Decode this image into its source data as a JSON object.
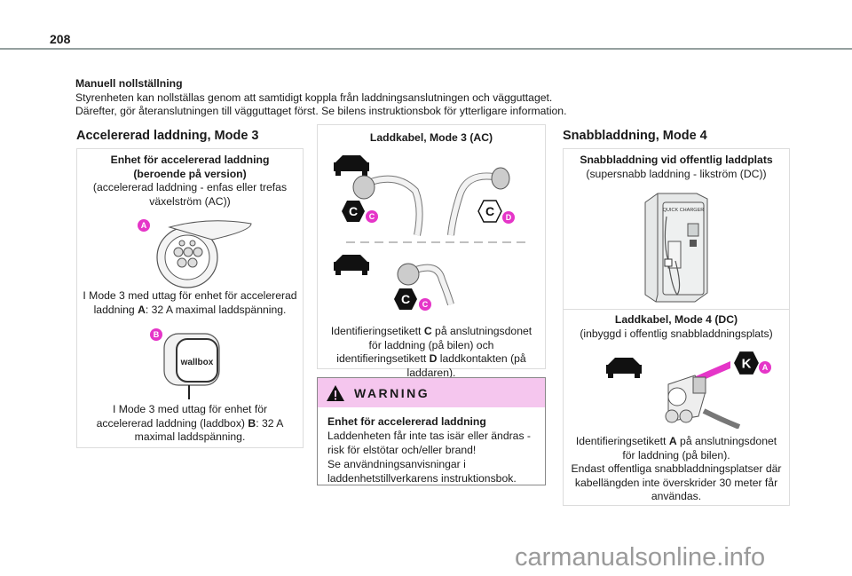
{
  "page_number": "208",
  "intro": {
    "title": "Manuell nollställning",
    "lines": [
      "Styrenheten kan nollställas genom att samtidigt koppla från laddningsanslutningen och vägguttaget.",
      "Därefter, gör återanslutningen till vägguttaget först. Se bilens instruktionsbok för ytterligare information."
    ]
  },
  "col1": {
    "heading": "Accelererad laddning, Mode 3",
    "box_title": "Enhet för accelererad laddning (beroende på version)",
    "box_subtitle": "(accelererad laddning - enfas eller trefas växelström (AC))",
    "item_a": {
      "badge": "A",
      "text_pre": "I Mode 3 med uttag för enhet för accelererad laddning ",
      "label": "A",
      "text_post": ": 32 A maximal laddspänning."
    },
    "item_b": {
      "badge": "B",
      "logo_text": "wallbox",
      "text_pre": "I Mode 3 med uttag för enhet för accelererad laddning (laddbox) ",
      "label": "B",
      "text_post": ": 32 A maximal laddspänning."
    }
  },
  "col2": {
    "box_title": "Laddkabel, Mode 3 (AC)",
    "hex_letter": "C",
    "badge_c": "C",
    "badge_d": "D",
    "caption_pre": "Identifieringsetikett ",
    "caption_c": "C",
    "caption_mid": " på anslutningsdonet för laddning (på bilen) och identifieringsetikett ",
    "caption_d": "D",
    "caption_post": " laddkontakten (på laddaren).",
    "warning": {
      "title": "WARNING",
      "subtitle": "Enhet för accelererad laddning",
      "lines": [
        "Laddenheten får inte tas isär eller ändras -",
        "risk för elstötar och/eller brand!",
        "Se användningsanvisningar i",
        "laddenhetstillverkarens instruktionsbok."
      ]
    }
  },
  "col3": {
    "heading": "Snabbladdning, Mode 4",
    "box1_title": "Snabbladdning vid offentlig laddplats",
    "box1_subtitle": "(supersnabb laddning - likström (DC))",
    "charger_label": "QUICK CHARGER",
    "box2_title": "Laddkabel, Mode 4 (DC)",
    "box2_subtitle": "(inbyggd i offentlig snabbladdningsplats)",
    "hex_letter": "K",
    "badge": "A",
    "caption_pre": "Identifieringsetikett ",
    "caption_label": "A",
    "caption_post": " på anslutningsdonet för laddning (på bilen).",
    "caption2": "Endast offentliga snabbladdningsplatser där kabellängden inte överskrider 30 meter får användas."
  },
  "watermark": "carmanualsonline.info",
  "colors": {
    "badge": "#e535c8",
    "warning_bg": "#f5c6ee",
    "rule": "#95a09f"
  }
}
